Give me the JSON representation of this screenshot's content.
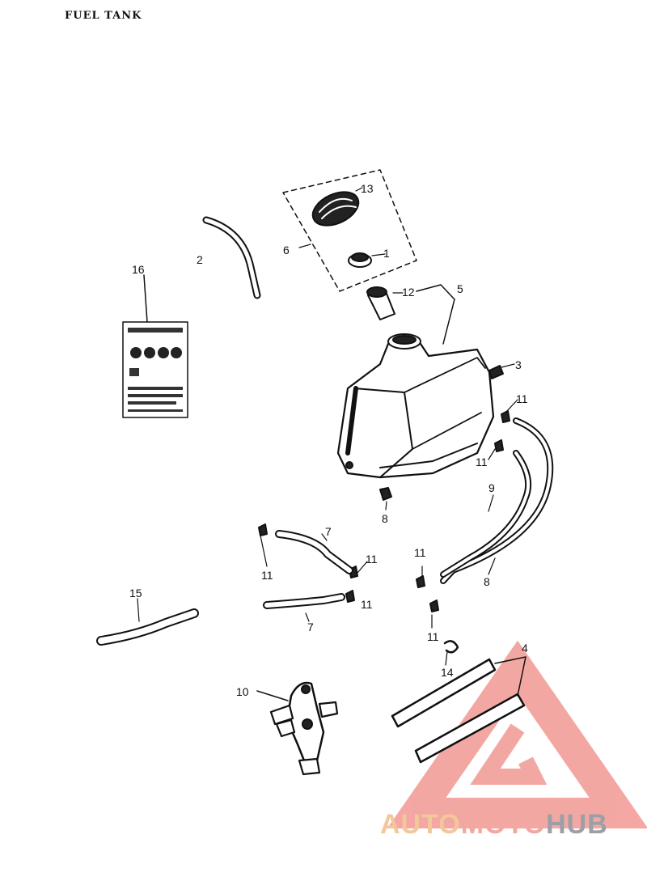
{
  "title": "FUEL TANK",
  "callouts": {
    "c1": "1",
    "c2": "2",
    "c3": "3",
    "c4": "4",
    "c5": "5",
    "c6": "6",
    "c7a": "7",
    "c7b": "7",
    "c8a": "8",
    "c8b": "8",
    "c9": "9",
    "c10": "10",
    "c11a": "11",
    "c11b": "11",
    "c11c": "11",
    "c11d": "11",
    "c11e": "11",
    "c11f": "11",
    "c11g": "11",
    "c12": "12",
    "c13": "13",
    "c14": "14",
    "c15": "15",
    "c16": "16"
  },
  "watermark": {
    "part1": "AUTO",
    "part2": "MOTO",
    "part3": "HUB"
  },
  "colors": {
    "line": "#111111",
    "watermark_red": "#f08a84",
    "watermark_orange": "#f2c79b",
    "watermark_gray": "#9aa0a6"
  }
}
